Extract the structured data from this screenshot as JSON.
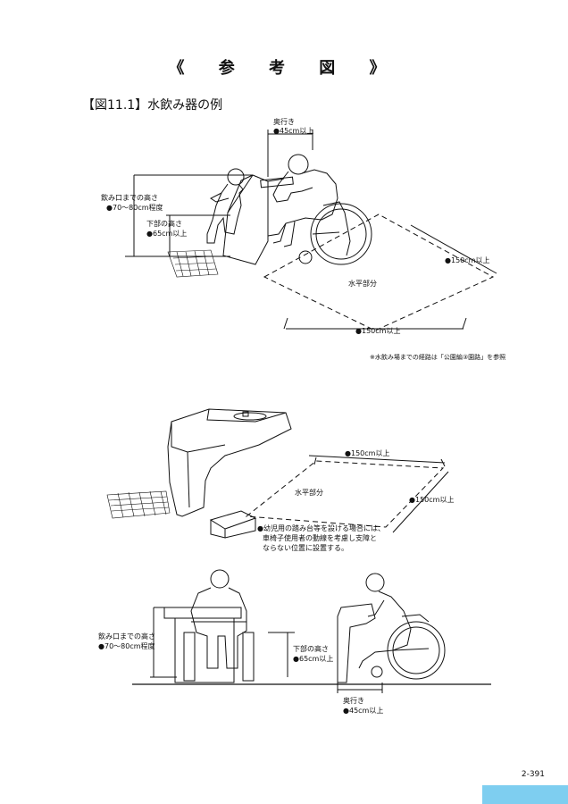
{
  "page": {
    "title": "《 参 考 図 》",
    "figure_title": "【図11.1】水飲み器の例",
    "page_number": "2-391"
  },
  "fig1": {
    "depth_label": "奥行き",
    "depth_value": "●45cm以上",
    "mouth_height_label": "飲み口までの高さ",
    "mouth_height_value": "●70～80cm程度",
    "lower_height_label": "下部の高さ",
    "lower_height_value": "●65cm以上",
    "width_right": "●150cm以上",
    "width_bottom": "●150cm以上",
    "level_area": "水平部分",
    "note": "※水飲み場までの経路は「公園編③園路」を参照"
  },
  "fig2": {
    "width_top": "●150cm以上",
    "width_right": "●150cm以上",
    "level_area": "水平部分",
    "step_note_1": "●幼児用の踏み台等を設ける場合には、",
    "step_note_2": "車椅子使用者の動線を考慮し支障と",
    "step_note_3": "ならない位置に設置する。"
  },
  "fig3": {
    "mouth_height_label": "飲み口までの高さ",
    "mouth_height_value": "●70～80cm程度",
    "lower_height_label": "下部の高さ",
    "lower_height_value": "●65cm以上",
    "depth_label": "奥行き",
    "depth_value": "●45cm以上"
  }
}
